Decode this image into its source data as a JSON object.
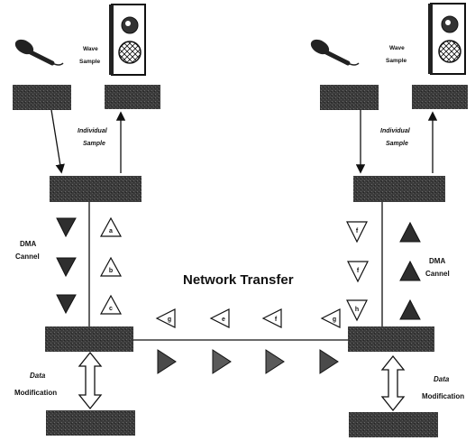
{
  "title": "Network Transfer",
  "left": {
    "wave_sample": [
      "Wave",
      "Sample"
    ],
    "individual_sample": [
      "Individual",
      "Sample"
    ],
    "dma_channel": [
      "DMA",
      "Cannel"
    ],
    "data_modification": [
      "Data",
      "Modification"
    ],
    "sent_packets": [
      "a",
      "b",
      "c"
    ]
  },
  "right": {
    "wave_sample": [
      "Wave",
      "Sample"
    ],
    "individual_sample": [
      "Individual",
      "Sample"
    ],
    "dma_channel": [
      "DMA",
      "Cannel"
    ],
    "data_modification": [
      "Data",
      "Modification"
    ],
    "received_packets": [
      "f",
      "f",
      "h"
    ]
  },
  "network_packets_top": [
    "g",
    "e",
    "f",
    "g"
  ],
  "colors": {
    "box": "#3a3a3a",
    "ink": "#111111",
    "packet_dark": "#2e2e2e",
    "packet_light": "#ffffff",
    "packet_mid": "#5a5a5a"
  },
  "icons": [
    "microphone-icon",
    "speaker-icon"
  ]
}
